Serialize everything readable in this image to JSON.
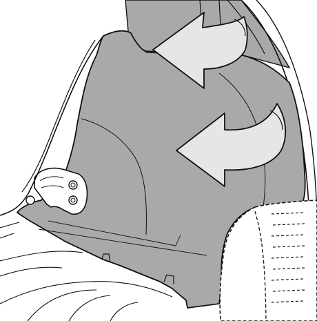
{
  "illustration": {
    "subject": "trunk-side-trim-panel-removal",
    "colors": {
      "background": "#ffffff",
      "panel_fill": "#a9a9a9",
      "arrow_fill": "#e6e6e6",
      "line": "#111111"
    },
    "arrows": [
      {
        "name": "upper-arrow",
        "direction": "left"
      },
      {
        "name": "lower-arrow",
        "direction": "left"
      }
    ],
    "bracket_holes": 2,
    "carpet_dash_rows": 9
  }
}
